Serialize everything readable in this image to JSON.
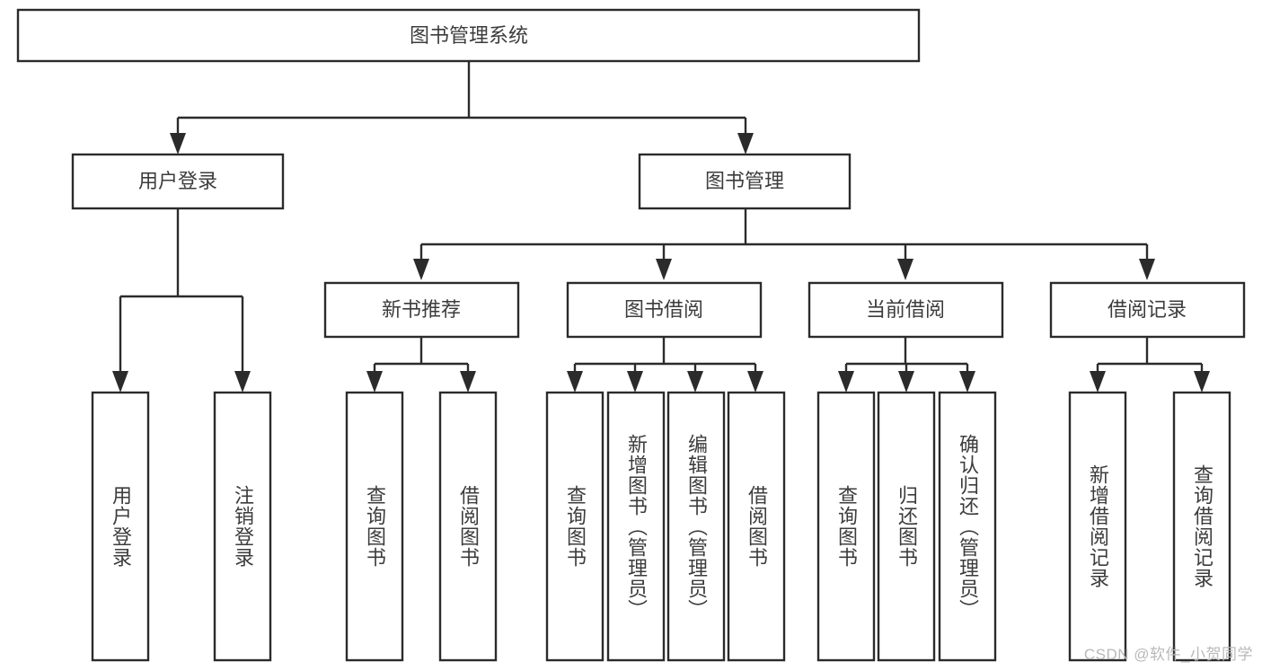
{
  "diagram": {
    "type": "tree-hierarchy",
    "title": "图书管理系统",
    "orientation": "top-down",
    "colors": {
      "stroke": "#2b2b2b",
      "box_fill": "#ffffff",
      "text": "#3c3c3c",
      "background": "#ffffff",
      "watermark": "#b9b9b9"
    },
    "root": {
      "label": "图书管理系统"
    },
    "level1": [
      {
        "label": "用户登录"
      },
      {
        "label": "图书管理"
      }
    ],
    "level2": [
      {
        "label": "新书推荐"
      },
      {
        "label": "图书借阅"
      },
      {
        "label": "当前借阅"
      },
      {
        "label": "借阅记录"
      }
    ],
    "leaves": {
      "user_login": [
        {
          "label": "用户登录"
        },
        {
          "label": "注销登录"
        }
      ],
      "new_book_recommend": [
        {
          "label": "查询图书"
        },
        {
          "label": "借阅图书"
        }
      ],
      "book_borrow": [
        {
          "label": "查询图书"
        },
        {
          "label": "新增图书（管理员）"
        },
        {
          "label": "编辑图书（管理员）"
        },
        {
          "label": "借阅图书"
        }
      ],
      "current_borrow": [
        {
          "label": "查询图书"
        },
        {
          "label": "归还图书"
        },
        {
          "label": "确认归还（管理员）"
        }
      ],
      "borrow_records": [
        {
          "label": "新增借阅记录"
        },
        {
          "label": "查询借阅记录"
        }
      ]
    }
  },
  "watermark": {
    "text": "CSDN @软件_小贺同学"
  }
}
